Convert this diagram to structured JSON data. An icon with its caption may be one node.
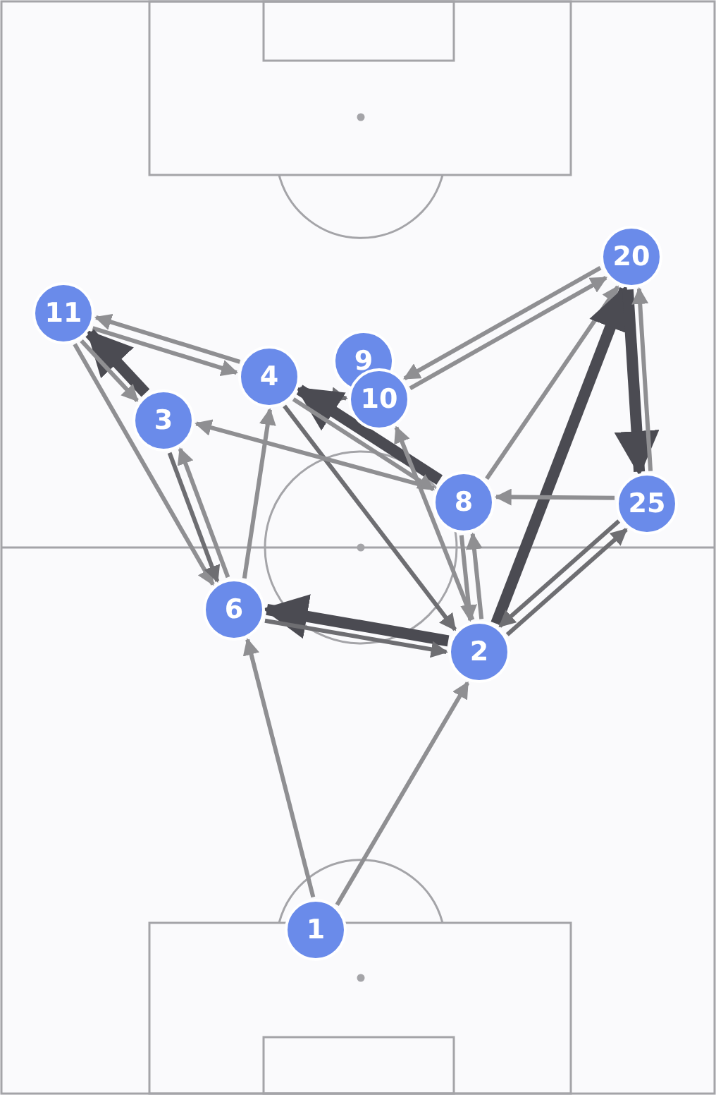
{
  "diagram": {
    "nodes": [
      {
        "text": [
          "20"
        ]
      },
      {
        "text": [
          "11"
        ]
      },
      {
        "text": [
          "9"
        ]
      },
      {
        "text": [
          "4"
        ]
      },
      {
        "text": [
          "10"
        ]
      },
      {
        "text": [
          "3"
        ]
      },
      {
        "text": [
          "8"
        ]
      },
      {
        "text": [
          "25"
        ]
      },
      {
        "text": [
          "6"
        ]
      },
      {
        "text": [
          "2"
        ]
      },
      {
        "text": [
          "1"
        ]
      }
    ],
    "edges": [
      {
        "from": 3,
        "to": 1,
        "arrow": "to"
      },
      {
        "from": 1,
        "to": 3,
        "arrow": "to"
      },
      {
        "from": 5,
        "to": 1,
        "arrow": "to",
        "style": "thick",
        "color": "#4b4b52"
      },
      {
        "from": 1,
        "to": 5,
        "arrow": "to"
      },
      {
        "from": 1,
        "to": 8,
        "arrow": "to"
      },
      {
        "from": 8,
        "to": 5,
        "arrow": "to"
      },
      {
        "from": 5,
        "to": 8,
        "arrow": "to",
        "color": "#6e6e72"
      },
      {
        "from": 8,
        "to": 3,
        "arrow": "to"
      },
      {
        "from": 3,
        "to": 4,
        "arrow": "to",
        "color": "#6e6e72"
      },
      {
        "from": 6,
        "to": 3,
        "arrow": "to",
        "style": "thick",
        "color": "#4b4b52"
      },
      {
        "from": 3,
        "to": 9,
        "arrow": "to",
        "color": "#6e6e72"
      },
      {
        "from": 6,
        "to": 5,
        "arrow": "to"
      },
      {
        "from": 3,
        "to": 6,
        "arrow": "to"
      },
      {
        "from": 0,
        "to": 4,
        "arrow": "to"
      },
      {
        "from": 4,
        "to": 0,
        "arrow": "to"
      },
      {
        "from": 6,
        "to": 0,
        "arrow": "to"
      },
      {
        "from": 9,
        "to": 0,
        "arrow": "to",
        "style": "thick",
        "color": "#4b4b52"
      },
      {
        "from": 0,
        "to": 7,
        "arrow": "to",
        "style": "thick",
        "color": "#4b4b52"
      },
      {
        "from": 7,
        "to": 0,
        "arrow": "to"
      },
      {
        "from": 7,
        "to": 6,
        "arrow": "to"
      },
      {
        "from": 7,
        "to": 9,
        "arrow": "to",
        "color": "#6e6e72"
      },
      {
        "from": 9,
        "to": 7,
        "arrow": "to",
        "color": "#6e6e72"
      },
      {
        "from": 9,
        "to": 6,
        "arrow": "to"
      },
      {
        "from": 6,
        "to": 9,
        "arrow": "to"
      },
      {
        "from": 9,
        "to": 4,
        "arrow": "to"
      },
      {
        "from": 9,
        "to": 8,
        "arrow": "to",
        "style": "thick",
        "color": "#4b4b52"
      },
      {
        "from": 8,
        "to": 9,
        "arrow": "to",
        "color": "#6e6e72"
      },
      {
        "from": 10,
        "to": 8,
        "arrow": "to"
      },
      {
        "from": 10,
        "to": 9,
        "arrow": "to"
      }
    ]
  }
}
